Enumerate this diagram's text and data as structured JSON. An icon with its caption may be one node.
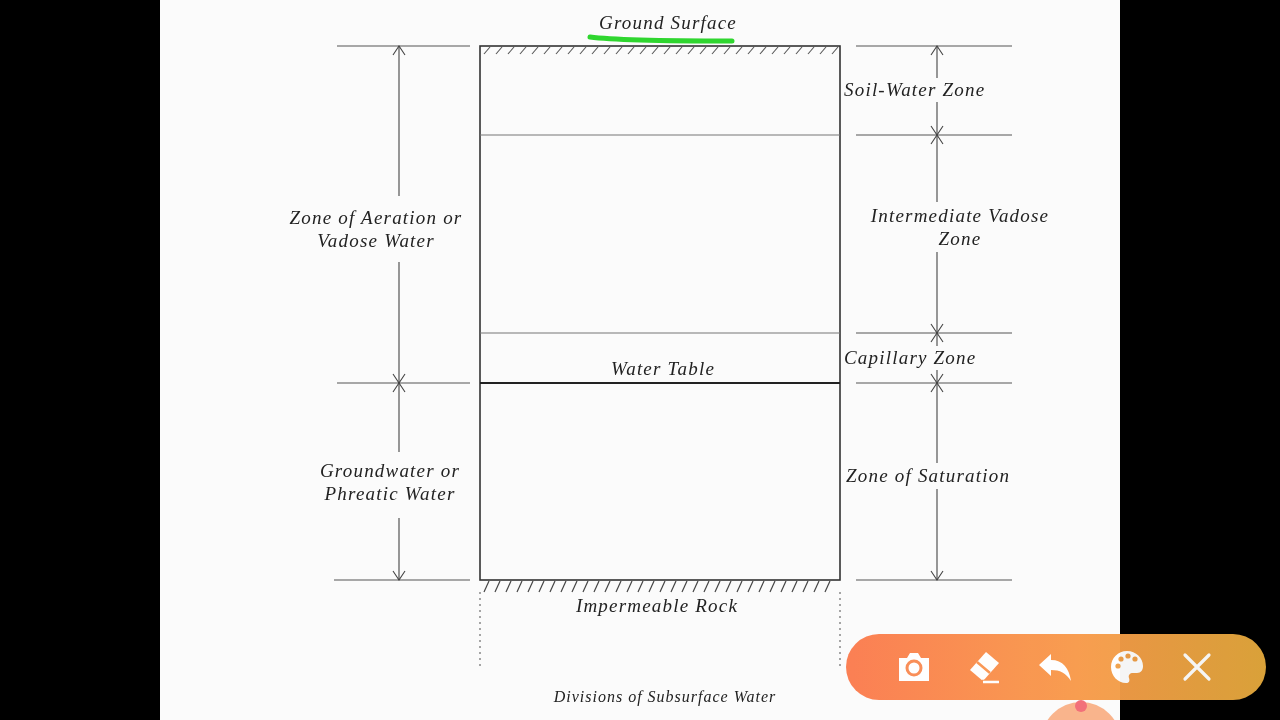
{
  "diagram": {
    "caption": "Divisions of Subsurface Water",
    "labels": [
      "Ground Surface",
      "Soil-Water Zone",
      "Zone of Aeration or Vadose Water",
      "Intermediate Vadose Zone",
      "Capillary Zone",
      "Water Table",
      "Groundwater or Phreatic Water",
      "Zone of Saturation",
      "Impermeable Rock"
    ]
  }
}
